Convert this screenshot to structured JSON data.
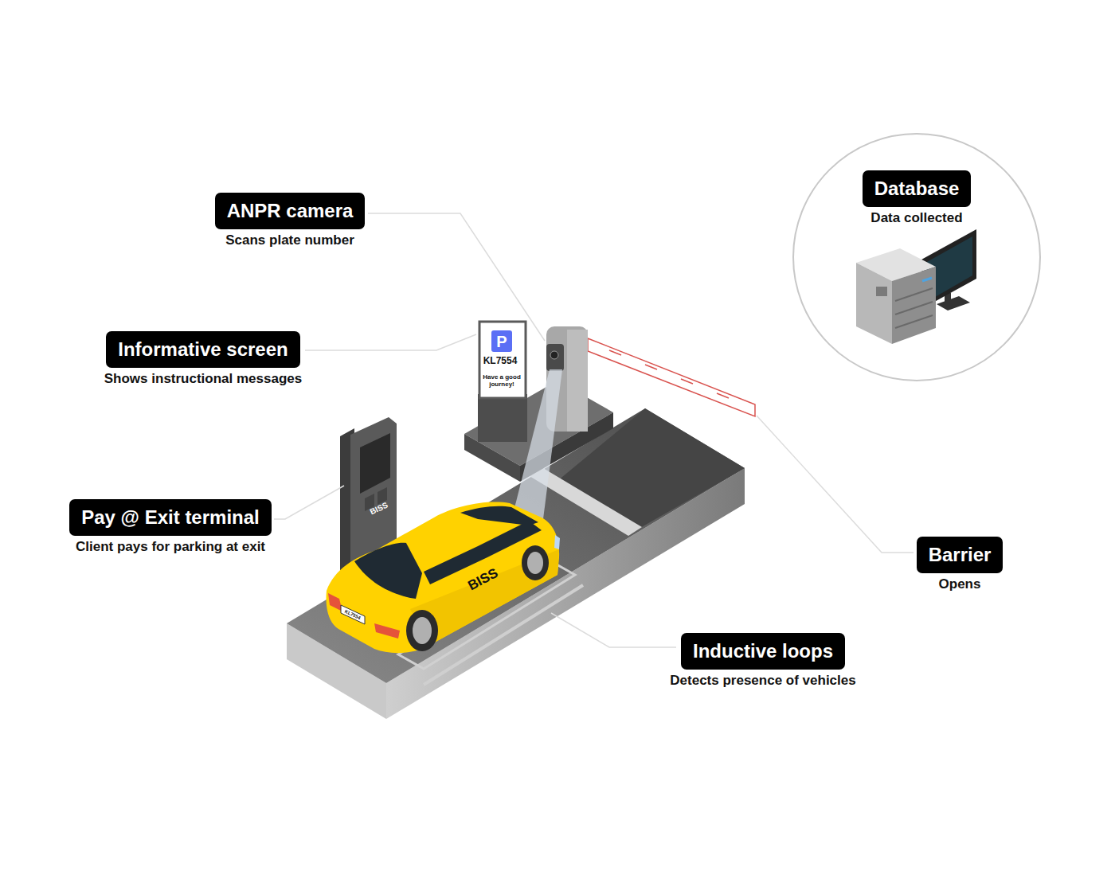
{
  "diagram": {
    "nodes": [
      {
        "text": [
          "ANPR camera",
          "Scans plate number"
        ]
      },
      {
        "text": [
          "Informative screen",
          "Shows instructional messages"
        ]
      },
      {
        "text": [
          "Pay @ Exit terminal",
          "Client pays for parking at exit"
        ]
      },
      {
        "text": [
          "Database",
          "Data collected"
        ]
      },
      {
        "text": [
          "Barrier",
          "Opens"
        ]
      },
      {
        "text": [
          "Inductive loops",
          "Detects presence of vehicles"
        ]
      }
    ],
    "labels": [
      "P",
      "KL7554",
      "Have a good journey!",
      "BISS",
      "BISS",
      "KL7554"
    ]
  }
}
